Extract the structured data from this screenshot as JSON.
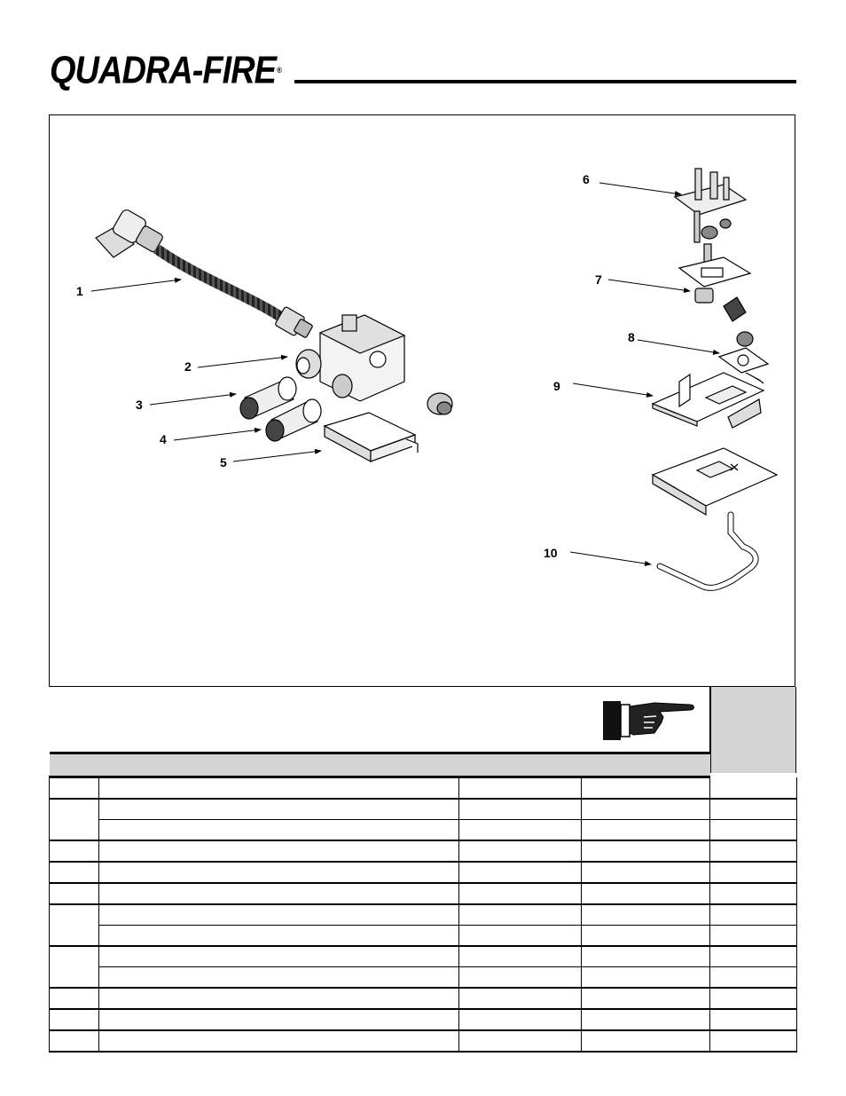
{
  "header": {
    "brand": "QUADRA-FIRE",
    "registered_mark": "®"
  },
  "diagram": {
    "callouts": [
      "1",
      "2",
      "3",
      "4",
      "5",
      "6",
      "7",
      "8",
      "9",
      "10"
    ]
  },
  "parts_table": {
    "rows_per_group": [
      1,
      2,
      1,
      1,
      1,
      2,
      2,
      1,
      1,
      1
    ]
  }
}
